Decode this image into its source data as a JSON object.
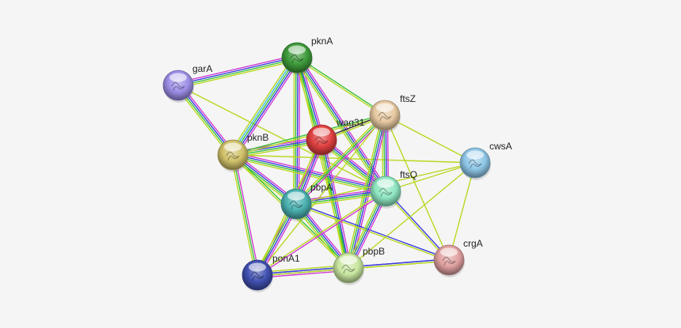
{
  "network": {
    "nodes": [
      {
        "id": "pknA",
        "label": "pknA",
        "color": "#3d9a3a"
      },
      {
        "id": "garA",
        "label": "garA",
        "color": "#9d8ee6"
      },
      {
        "id": "ftsZ",
        "label": "ftsZ",
        "color": "#e6c8a0"
      },
      {
        "id": "wag31",
        "label": "wag31",
        "color": "#e04040"
      },
      {
        "id": "pknB",
        "label": "pknB",
        "color": "#cfc068"
      },
      {
        "id": "cwsA",
        "label": "cwsA",
        "color": "#8ec6e6"
      },
      {
        "id": "ftsQ",
        "label": "ftsQ",
        "color": "#8ee6c0"
      },
      {
        "id": "pbpA",
        "label": "pbpA",
        "color": "#4ab0b0"
      },
      {
        "id": "crgA",
        "label": "crgA",
        "color": "#e0a0a0"
      },
      {
        "id": "pbpB",
        "label": "pbpB",
        "color": "#c8e6a0"
      },
      {
        "id": "ponA1",
        "label": "ponA1",
        "color": "#4050b0"
      }
    ],
    "edge_colors": {
      "magenta": "#d23ad2",
      "blue": "#3a3ae0",
      "green": "#3ac23a",
      "yellowgreen": "#b8d820",
      "cyan": "#40c0e0",
      "black": "#333333",
      "violet": "#9070d0"
    },
    "edges": [
      {
        "source": "garA",
        "target": "pknA",
        "types": [
          "magenta",
          "blue",
          "green",
          "yellowgreen"
        ]
      },
      {
        "source": "garA",
        "target": "pknB",
        "types": [
          "magenta",
          "blue",
          "green",
          "yellowgreen"
        ]
      },
      {
        "source": "garA",
        "target": "ftsQ",
        "types": [
          "yellowgreen"
        ]
      },
      {
        "source": "pknA",
        "target": "pknB",
        "types": [
          "magenta",
          "blue",
          "green",
          "cyan",
          "yellowgreen"
        ]
      },
      {
        "source": "pknA",
        "target": "wag31",
        "types": [
          "magenta",
          "blue",
          "green",
          "yellowgreen"
        ]
      },
      {
        "source": "pknA",
        "target": "ftsZ",
        "types": [
          "green",
          "yellowgreen"
        ]
      },
      {
        "source": "pknA",
        "target": "pbpA",
        "types": [
          "magenta",
          "blue",
          "green",
          "yellowgreen"
        ]
      },
      {
        "source": "pknA",
        "target": "ftsQ",
        "types": [
          "magenta",
          "blue",
          "green",
          "yellowgreen"
        ]
      },
      {
        "source": "pknA",
        "target": "pbpB",
        "types": [
          "green",
          "yellowgreen"
        ]
      },
      {
        "source": "pknB",
        "target": "wag31",
        "types": [
          "magenta",
          "blue",
          "green",
          "yellowgreen"
        ]
      },
      {
        "source": "pknB",
        "target": "ftsZ",
        "types": [
          "green",
          "yellowgreen"
        ]
      },
      {
        "source": "pknB",
        "target": "pbpA",
        "types": [
          "magenta",
          "blue",
          "green",
          "yellowgreen"
        ]
      },
      {
        "source": "pknB",
        "target": "ftsQ",
        "types": [
          "magenta",
          "blue",
          "green",
          "yellowgreen"
        ]
      },
      {
        "source": "pknB",
        "target": "pbpB",
        "types": [
          "green",
          "yellowgreen"
        ]
      },
      {
        "source": "pknB",
        "target": "ponA1",
        "types": [
          "magenta",
          "green",
          "yellowgreen"
        ]
      },
      {
        "source": "pknB",
        "target": "cwsA",
        "types": [
          "yellowgreen"
        ]
      },
      {
        "source": "wag31",
        "target": "ftsZ",
        "types": [
          "black",
          "yellowgreen"
        ]
      },
      {
        "source": "wag31",
        "target": "pbpA",
        "types": [
          "magenta",
          "blue",
          "green",
          "yellowgreen"
        ]
      },
      {
        "source": "wag31",
        "target": "ftsQ",
        "types": [
          "magenta",
          "blue",
          "green",
          "yellowgreen"
        ]
      },
      {
        "source": "wag31",
        "target": "pbpB",
        "types": [
          "magenta",
          "blue",
          "green",
          "yellowgreen"
        ]
      },
      {
        "source": "wag31",
        "target": "ponA1",
        "types": [
          "magenta",
          "yellowgreen"
        ]
      },
      {
        "source": "ftsZ",
        "target": "pbpA",
        "types": [
          "magenta",
          "green",
          "yellowgreen"
        ]
      },
      {
        "source": "ftsZ",
        "target": "ftsQ",
        "types": [
          "magenta",
          "blue",
          "green",
          "yellowgreen"
        ]
      },
      {
        "source": "ftsZ",
        "target": "pbpB",
        "types": [
          "magenta",
          "blue",
          "green",
          "yellowgreen"
        ]
      },
      {
        "source": "ftsZ",
        "target": "cwsA",
        "types": [
          "yellowgreen"
        ]
      },
      {
        "source": "ftsZ",
        "target": "crgA",
        "types": [
          "yellowgreen"
        ]
      },
      {
        "source": "ftsZ",
        "target": "ponA1",
        "types": [
          "yellowgreen"
        ]
      },
      {
        "source": "pbpA",
        "target": "ftsQ",
        "types": [
          "magenta",
          "blue",
          "green",
          "yellowgreen"
        ]
      },
      {
        "source": "pbpA",
        "target": "pbpB",
        "types": [
          "magenta",
          "blue",
          "green",
          "yellowgreen"
        ]
      },
      {
        "source": "pbpA",
        "target": "ponA1",
        "types": [
          "magenta",
          "blue",
          "green",
          "yellowgreen"
        ]
      },
      {
        "source": "pbpA",
        "target": "crgA",
        "types": [
          "blue",
          "yellowgreen"
        ]
      },
      {
        "source": "pbpA",
        "target": "cwsA",
        "types": [
          "yellowgreen"
        ]
      },
      {
        "source": "ftsQ",
        "target": "pbpB",
        "types": [
          "magenta",
          "blue",
          "green",
          "yellowgreen"
        ]
      },
      {
        "source": "ftsQ",
        "target": "ponA1",
        "types": [
          "magenta",
          "yellowgreen"
        ]
      },
      {
        "source": "ftsQ",
        "target": "crgA",
        "types": [
          "blue",
          "yellowgreen"
        ]
      },
      {
        "source": "ftsQ",
        "target": "cwsA",
        "types": [
          "yellowgreen"
        ]
      },
      {
        "source": "pbpB",
        "target": "ponA1",
        "types": [
          "magenta",
          "blue",
          "green",
          "yellowgreen"
        ]
      },
      {
        "source": "pbpB",
        "target": "crgA",
        "types": [
          "blue",
          "yellowgreen"
        ]
      },
      {
        "source": "pbpB",
        "target": "cwsA",
        "types": [
          "yellowgreen"
        ]
      },
      {
        "source": "ponA1",
        "target": "crgA",
        "types": [
          "blue",
          "yellowgreen"
        ]
      },
      {
        "source": "crgA",
        "target": "cwsA",
        "types": [
          "yellowgreen"
        ]
      }
    ]
  }
}
